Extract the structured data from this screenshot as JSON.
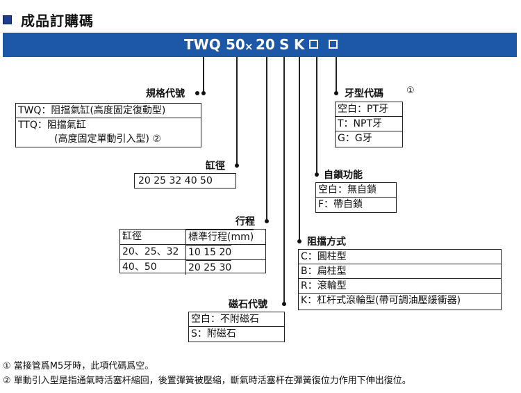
{
  "title": "成品訂購碼",
  "code": {
    "model": "TWQ",
    "bore": "50",
    "times": "×",
    "stroke": "20",
    "magnet": "S",
    "stopper": "K",
    "box1": "□",
    "box2": "□"
  },
  "spec": {
    "heading": "規格代號",
    "rows": [
      "TWQ：阻擋氣缸(高度固定復動型)",
      "TTQ：阻擋氣缸",
      "(高度固定單動引入型) ②"
    ]
  },
  "bore": {
    "heading": "缸徑",
    "values": "20  25  32  40  50"
  },
  "stroke": {
    "heading": "行程",
    "col1_header": "缸徑",
    "col2_header": "標準行程(mm)",
    "rows": [
      {
        "bore": "20、25、32",
        "strokes": "10  15  20"
      },
      {
        "bore": "40、50",
        "strokes": "20  25  30"
      }
    ]
  },
  "magnet": {
    "heading": "磁石代號",
    "rows": [
      "空白：不附磁石",
      "S：附磁石"
    ]
  },
  "stopper": {
    "heading": "阻擋方式",
    "rows": [
      "C：圓柱型",
      "B：扁柱型",
      "R：滾輪型",
      "K：杠杆式滾輪型(帶可調油壓緩衝器)"
    ]
  },
  "lock": {
    "heading": "自鎖功能",
    "rows": [
      "空白：無自鎖",
      "F：帶自鎖"
    ]
  },
  "thread": {
    "heading": "牙型代碼",
    "mark": "①",
    "rows": [
      "空白：PT牙",
      "T：NPT牙",
      "G：G牙"
    ]
  },
  "notes": [
    "① 當接管爲M5牙時，此項代碼爲空。",
    "② 單動引入型是指通氣時活塞杆縮回，後置彈簧被壓縮，斷氣時活塞杆在彈簧復位力作用下伸出復位。"
  ],
  "colors": {
    "bar": "#1c57a8",
    "title_icon": "#1f3d8f"
  }
}
